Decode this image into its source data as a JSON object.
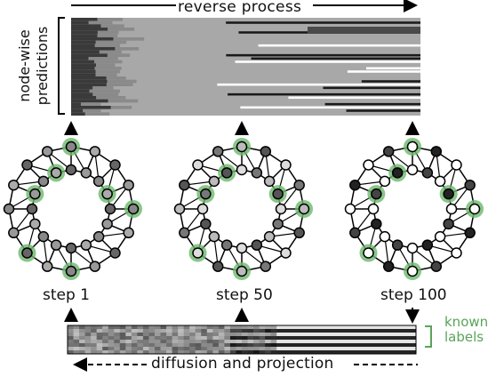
{
  "labels": {
    "reverse_process": "reverse process",
    "node_wise_line1": "node-wise",
    "node_wise_line2": "predictions",
    "diffusion_projection": "diffusion and projection",
    "known_line1": "known",
    "known_line2": "labels"
  },
  "steps": [
    {
      "label": "step 1"
    },
    {
      "label": "step 50"
    },
    {
      "label": "step 100"
    }
  ],
  "colors": {
    "known_highlight": "#6db86d",
    "known_text": "#5aa35a",
    "edge": "#000000"
  }
}
